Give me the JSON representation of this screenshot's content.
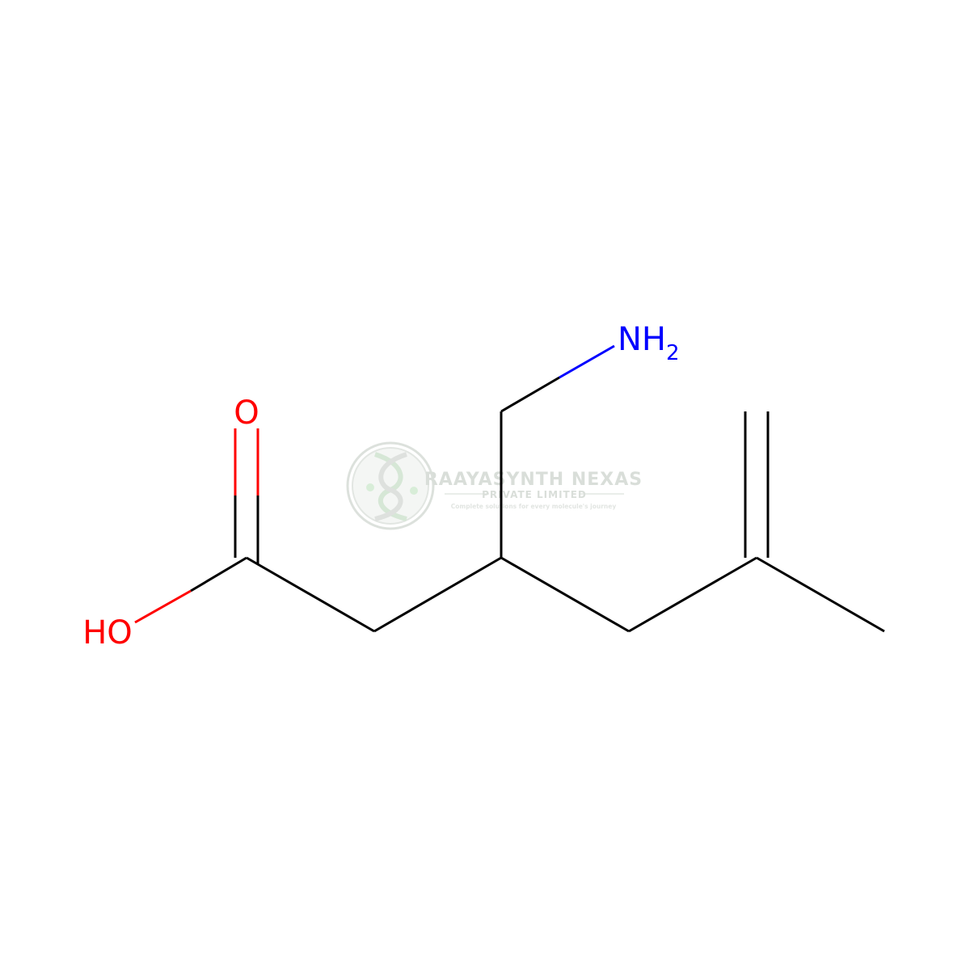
{
  "molecule": {
    "atom_labels": {
      "carbonyl_oxygen": "O",
      "hydroxyl": "HO",
      "amine_main": "NH",
      "amine_subscript": "2"
    },
    "colors": {
      "bond": "#000000",
      "oxygen": "#ff0000",
      "nitrogen": "#0000ff"
    }
  },
  "watermark": {
    "company": "RAAYASYNTH NEXAS",
    "entity": "PRIVATE LIMITED",
    "tagline": "Complete solutions for every molecule's journey",
    "color": "#d3d9d3",
    "accent": "#cfe8cf"
  }
}
